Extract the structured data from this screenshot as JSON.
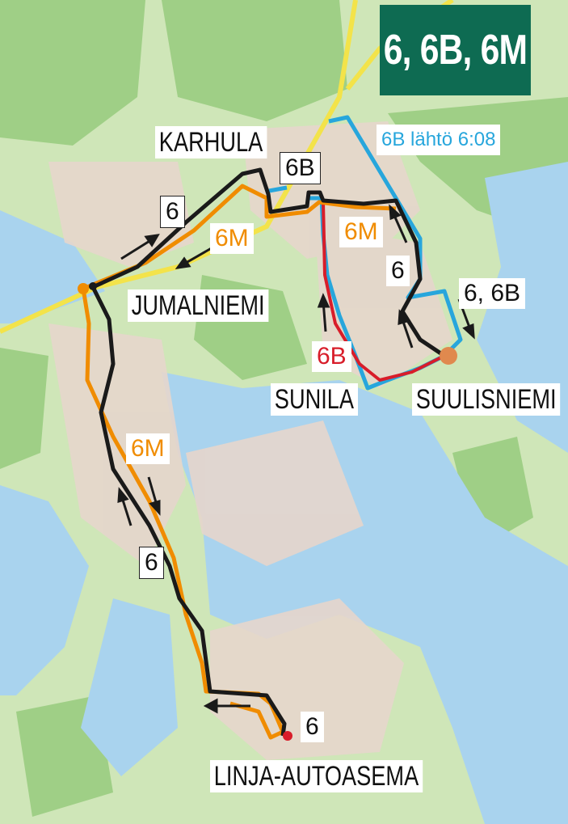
{
  "title": "6, 6B, 6M",
  "places": {
    "karhula": "KARHULA",
    "jumalniemi": "JUMALNIEMI",
    "sunila": "SUNILA",
    "suulisniemi": "SUULISNIEMI",
    "linja_autoasema": "LINJA-AUTOASEMA"
  },
  "route_labels": {
    "r6_north": "6",
    "r6m_north": "6M",
    "r6b_karhula": "6B",
    "r6m_karhula": "6M",
    "r6_east": "6",
    "r6_6b_east": "6, 6B",
    "r6b_sunila": "6B",
    "r6m_west": "6M",
    "r6_west": "6",
    "r6_south": "6"
  },
  "note_6b": "6B lähtö 6:08",
  "colors": {
    "route_6": "#1a1a1a",
    "route_6b_blue": "#27a6dc",
    "route_6b_red": "#d81d2a",
    "route_6m": "#f08c00",
    "header_bg": "#0e6b52",
    "water": "#a8d4ee",
    "land": "#c6e3b0"
  },
  "icons": [
    "direction-arrow-icon",
    "terminal-dot-icon"
  ]
}
